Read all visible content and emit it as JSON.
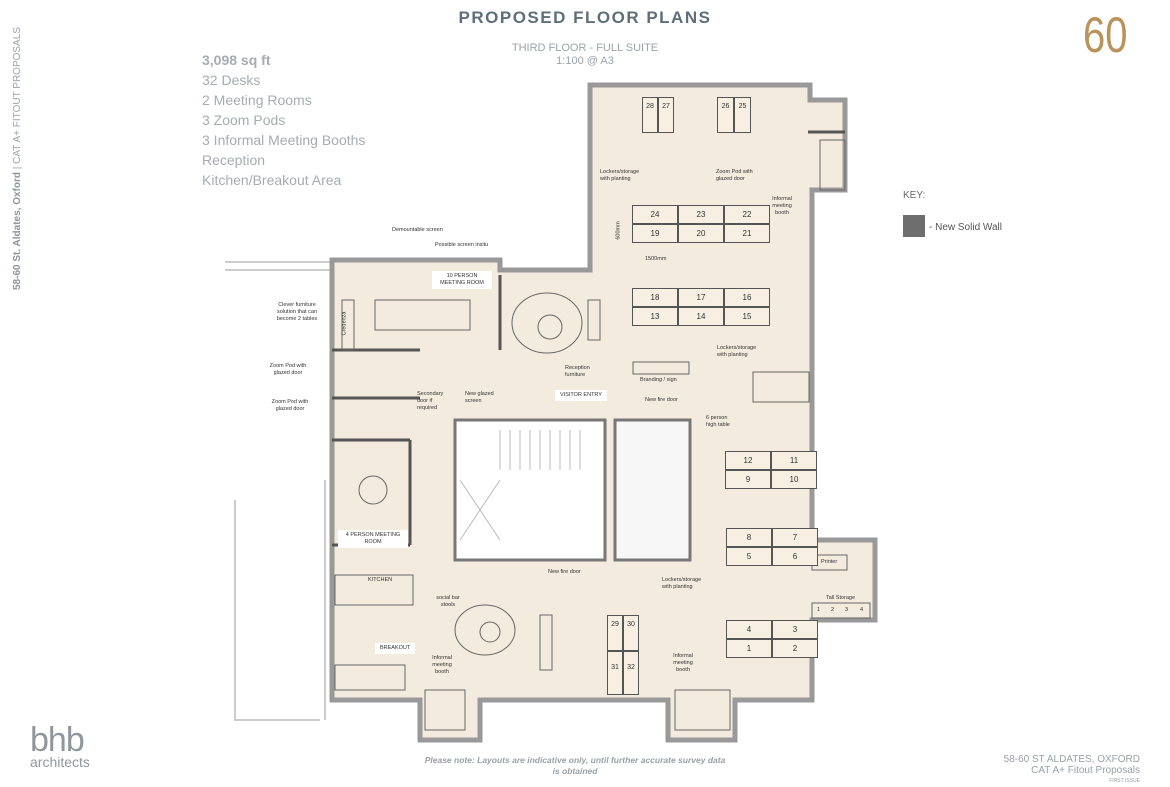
{
  "header": {
    "title": "PROPOSED FLOOR PLANS",
    "subtitle": "THIRD FLOOR - FULL SUITE",
    "scale": "1:100 @ A3",
    "page_number": "60"
  },
  "side_text": {
    "bold": "58-60 St. Aldates, Oxford",
    "rest": "| CAT A+ FITOUT PROPOSALS"
  },
  "summary": [
    "3,098 sq ft",
    "32 Desks",
    "2 Meeting Rooms",
    "3 Zoom Pods",
    "3 Informal Meeting Booths",
    "Reception",
    "Kitchen/Breakout Area"
  ],
  "key": {
    "title": "KEY:",
    "items": [
      {
        "label": "- New Solid Wall",
        "color": "#6e6e6e"
      }
    ]
  },
  "plan_labels": {
    "demountable": "Demountable screen",
    "possible_screen": "Possible screen insitu",
    "meeting10": "10 PERSON MEETING ROOM",
    "clever": "Clever furniture solution that can become 2 tables",
    "credenza": "Credenza",
    "zoom_pod_1": "Zoom Pod with glazed door",
    "zoom_pod_2": "Zoom Pod with glazed door",
    "secondary_door": "Secondary door if required",
    "glazed_screen": "New glazed screen",
    "reception_furniture": "Reception furniture",
    "visitor_entry": "VISITOR ENTRY",
    "new_fire_door_1": "New fire door",
    "branding": "Branding / sign",
    "lockers_1": "Lockers/storage with planting",
    "zoom_pod_3": "Zoom Pod with glazed door",
    "informal_1": "Informal meeting booth",
    "dim_600": "600mm",
    "dim_1500": "1500mm",
    "lockers_2": "Lockers/storage with planting",
    "high_table": "6 person high table",
    "meeting4": "4 PERSON MEETING ROOM",
    "kitchen": "KITCHEN",
    "social_bar": "social bar stools",
    "breakout": "BREAKOUT",
    "informal_2": "Informal meeting booth",
    "new_fire_door_2": "New fire door",
    "lockers_3": "Lockers/storage with planting",
    "informal_3": "Informal meeting booth",
    "printer": "Printer",
    "tall_storage": "Tall Storage",
    "storage_units": [
      "1",
      "2",
      "3",
      "4"
    ]
  },
  "desks": [
    "1",
    "2",
    "3",
    "4",
    "5",
    "6",
    "7",
    "8",
    "9",
    "10",
    "11",
    "12",
    "13",
    "14",
    "15",
    "16",
    "17",
    "18",
    "19",
    "20",
    "21",
    "22",
    "23",
    "24",
    "25",
    "26",
    "27",
    "28",
    "29",
    "30",
    "31",
    "32"
  ],
  "footer": {
    "logo_top": "bhb",
    "logo_bottom": "architects",
    "note": "Please note: Layouts are indicative only, until further accurate survey data is obtained",
    "address": "58-60 ST ALDATES, OXFORD",
    "project": "CAT A+ Fitout Proposals",
    "issue": "FIRST ISSUE"
  }
}
